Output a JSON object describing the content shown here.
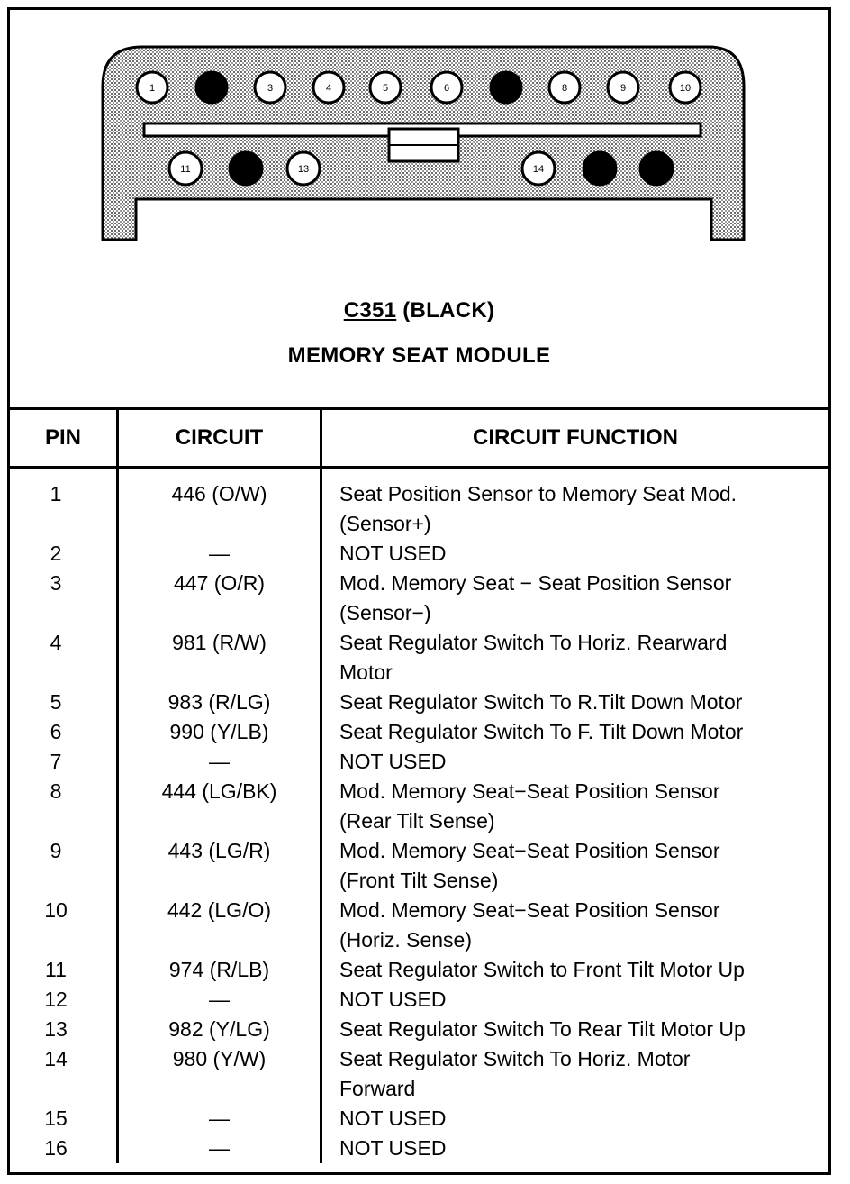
{
  "connector": {
    "code": "C351",
    "color_label": "(BLACK)",
    "module_name": "MEMORY SEAT MODULE",
    "top_row": [
      {
        "pin": "1",
        "filled": false
      },
      {
        "pin": "2",
        "filled": true
      },
      {
        "pin": "3",
        "filled": false
      },
      {
        "pin": "4",
        "filled": false
      },
      {
        "pin": "5",
        "filled": false
      },
      {
        "pin": "6",
        "filled": false
      },
      {
        "pin": "7",
        "filled": true
      },
      {
        "pin": "8",
        "filled": false
      },
      {
        "pin": "9",
        "filled": false
      },
      {
        "pin": "10",
        "filled": false
      }
    ],
    "bottom_row": [
      {
        "pin": "11",
        "filled": false
      },
      {
        "pin": "12",
        "filled": true
      },
      {
        "pin": "13",
        "filled": false
      },
      {
        "pin": "14",
        "filled": false
      },
      {
        "pin": "15",
        "filled": true
      },
      {
        "pin": "16",
        "filled": true
      }
    ]
  },
  "table": {
    "headers": {
      "pin": "PIN",
      "circuit": "CIRCUIT",
      "function": "CIRCUIT FUNCTION"
    },
    "rows": [
      {
        "pin": "1",
        "circuit": "446 (O/W)",
        "function": [
          "Seat Position Sensor to Memory Seat Mod.",
          "(Sensor+)"
        ]
      },
      {
        "pin": "2",
        "circuit": "—",
        "function": [
          "NOT USED"
        ]
      },
      {
        "pin": "3",
        "circuit": "447 (O/R)",
        "function": [
          "Mod. Memory Seat − Seat Position Sensor",
          "(Sensor−)"
        ]
      },
      {
        "pin": "4",
        "circuit": "981 (R/W)",
        "function": [
          "Seat Regulator Switch To Horiz. Rearward",
          "Motor"
        ]
      },
      {
        "pin": "5",
        "circuit": "983 (R/LG)",
        "function": [
          "Seat Regulator Switch To R.Tilt Down Motor"
        ]
      },
      {
        "pin": "6",
        "circuit": "990 (Y/LB)",
        "function": [
          "Seat Regulator Switch To F. Tilt Down Motor"
        ]
      },
      {
        "pin": "7",
        "circuit": "—",
        "function": [
          "NOT USED"
        ]
      },
      {
        "pin": "8",
        "circuit": "444 (LG/BK)",
        "function": [
          "Mod. Memory Seat−Seat Position Sensor",
          "(Rear Tilt Sense)"
        ]
      },
      {
        "pin": "9",
        "circuit": "443 (LG/R)",
        "function": [
          "Mod. Memory Seat−Seat Position Sensor",
          "(Front Tilt Sense)"
        ]
      },
      {
        "pin": "10",
        "circuit": "442 (LG/O)",
        "function": [
          "Mod. Memory Seat−Seat Position Sensor",
          "(Horiz. Sense)"
        ]
      },
      {
        "pin": "11",
        "circuit": "974 (R/LB)",
        "function": [
          "Seat Regulator Switch to Front Tilt Motor Up"
        ]
      },
      {
        "pin": "12",
        "circuit": "—",
        "function": [
          "NOT USED"
        ]
      },
      {
        "pin": "13",
        "circuit": "982 (Y/LG)",
        "function": [
          "Seat Regulator Switch To Rear Tilt Motor Up"
        ]
      },
      {
        "pin": "14",
        "circuit": "980 (Y/W)",
        "function": [
          "Seat Regulator Switch To Horiz. Motor",
          "Forward"
        ]
      },
      {
        "pin": "15",
        "circuit": "—",
        "function": [
          "NOT USED"
        ]
      },
      {
        "pin": "16",
        "circuit": "—",
        "function": [
          "NOT USED"
        ]
      }
    ]
  },
  "colors": {
    "ink": "#000000",
    "paper": "#ffffff",
    "connector_fill": "#c8c8c8"
  }
}
